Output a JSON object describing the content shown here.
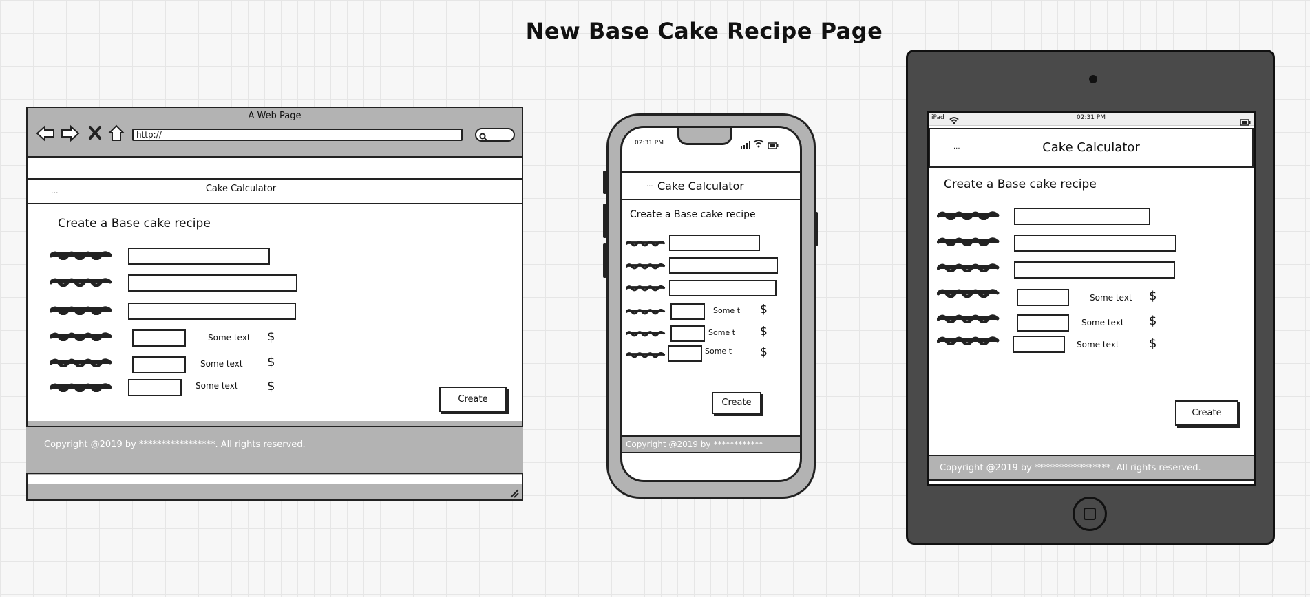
{
  "page": {
    "title": "New Base Cake Recipe Page"
  },
  "browser": {
    "window_title": "A Web Page",
    "url": "http://",
    "header_dots": "...",
    "header_title": "Cake Calculator",
    "heading": "Create a Base cake recipe",
    "rows": [
      {
        "text": "Some text",
        "currency": "$"
      },
      {
        "text": "Some text",
        "currency": "$"
      },
      {
        "text": "Some text",
        "currency": "$"
      }
    ],
    "create_label": "Create",
    "footer": "Copyright @2019 by *****************. All rights reserved."
  },
  "phone": {
    "time": "02:31 PM",
    "header_dots": "...",
    "header_title": "Cake Calculator",
    "heading": "Create a Base cake recipe",
    "rows": [
      {
        "text": "Some t",
        "currency": "$"
      },
      {
        "text": "Some t",
        "currency": "$"
      },
      {
        "text": "Some t",
        "currency": "$"
      }
    ],
    "create_label": "Create",
    "footer": "Copyright @2019 by ************"
  },
  "tablet": {
    "carrier": "iPad",
    "time": "02:31 PM",
    "header_dots": "...",
    "header_title": "Cake Calculator",
    "heading": "Create a Base cake recipe",
    "rows": [
      {
        "text": "Some text",
        "currency": "$"
      },
      {
        "text": "Some text",
        "currency": "$"
      },
      {
        "text": "Some text",
        "currency": "$"
      }
    ],
    "create_label": "Create",
    "footer": "Copyright @2019 by *****************. All rights reserved."
  },
  "colors": {
    "frame_gray": "#b3b3b3",
    "tablet_body": "#4a4a4a",
    "ink": "#222222"
  }
}
